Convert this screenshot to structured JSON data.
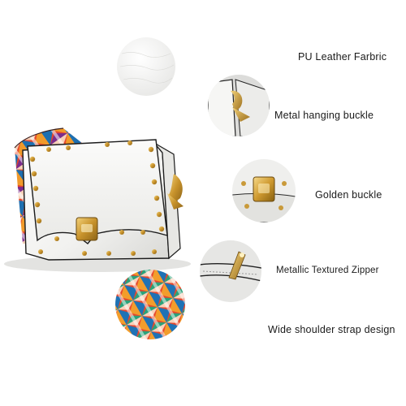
{
  "features": [
    {
      "key": "leather",
      "label": "PU Leather Farbric",
      "icon": "leather-texture-swatch"
    },
    {
      "key": "buckle_hanging",
      "label": "Metal hanging buckle",
      "icon": "hanging-buckle-closeup"
    },
    {
      "key": "buckle_golden",
      "label": "Golden buckle",
      "icon": "golden-buckle-closeup"
    },
    {
      "key": "zipper",
      "label": "Metallic Textured Zipper",
      "icon": "zipper-closeup"
    },
    {
      "key": "strap",
      "label": "Wide shoulder strap design",
      "icon": "strap-pattern-closeup"
    }
  ],
  "colors": {
    "bag_white": "#f4f4f2",
    "gold": "#d4a83a",
    "label_text": "#1a1a1a"
  }
}
